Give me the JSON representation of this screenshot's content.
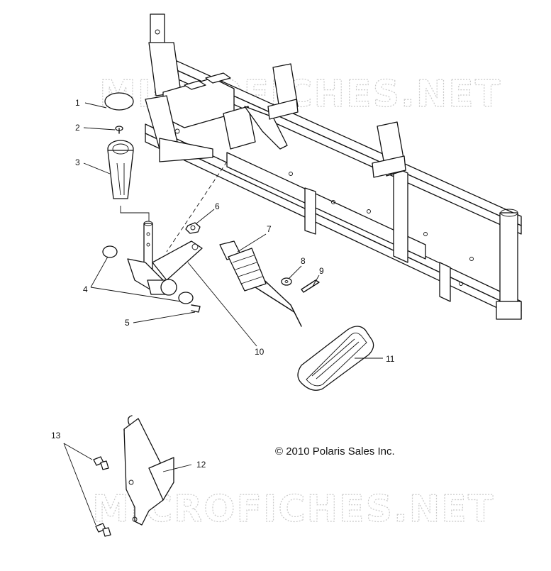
{
  "watermarks": [
    "MICROFICHES.NET",
    "MICROFICHES.NET"
  ],
  "copyright": "© 2010 Polaris Sales Inc.",
  "callouts": [
    "1",
    "2",
    "3",
    "4",
    "5",
    "6",
    "7",
    "8",
    "9",
    "10",
    "11",
    "12",
    "13"
  ]
}
